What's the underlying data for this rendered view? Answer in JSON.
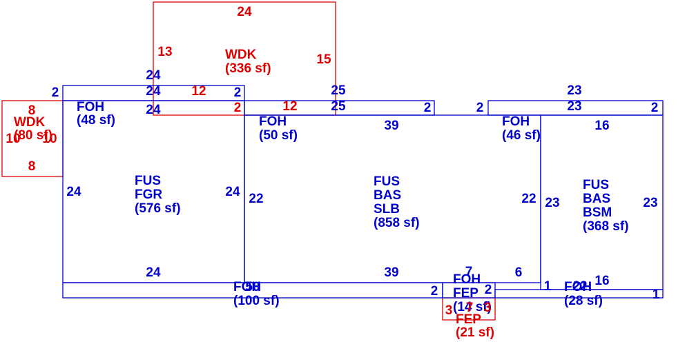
{
  "colors": {
    "primary": "#0000cc",
    "secondary": "#dd0000"
  },
  "areas": {
    "wdk_top": {
      "code": "WDK",
      "area": "(336 sf)"
    },
    "wdk_left": {
      "code": "WDK",
      "area": "(80 sf)"
    },
    "foh_a": {
      "code": "FOH",
      "area": "(48 sf)"
    },
    "foh_b": {
      "code": "FOH",
      "area": "(50 sf)"
    },
    "foh_c": {
      "code": "FOH",
      "area": "(46 sf)"
    },
    "fus_fgr": {
      "line1": "FUS",
      "line2": "FGR",
      "area": "(576 sf)"
    },
    "fus_bas_slb": {
      "line1": "FUS",
      "line2": "BAS",
      "line3": "SLB",
      "area": "(858 sf)"
    },
    "fus_bas_bsm": {
      "line1": "FUS",
      "line2": "BAS",
      "line3": "BSM",
      "area": "(368 sf)"
    },
    "foh_bottom": {
      "code": "FOH",
      "area": "(100 sf)"
    },
    "foh_fep": {
      "line1": "FOH",
      "line2": "FEP",
      "area": "(14 sf)"
    },
    "fep": {
      "code": "FEP",
      "area": "(21 sf)"
    },
    "foh_right": {
      "code": "FOH",
      "area": "(28 sf)"
    }
  },
  "dimensions": {
    "d1": "24",
    "d2": "13",
    "d3": "15",
    "d4": "24",
    "d5": "24",
    "d6": "12",
    "d7": "2",
    "d8": "25",
    "d9": "23",
    "d10": "2",
    "d11": "24",
    "d12": "2",
    "d13": "12",
    "d14": "25",
    "d15": "2",
    "d16": "2",
    "d17": "23",
    "d18": "2",
    "d19": "8",
    "d20": "10",
    "d21": "10",
    "d22": "8",
    "d23": "39",
    "d24": "16",
    "d25": "24",
    "d26": "24",
    "d27": "22",
    "d28": "22",
    "d29": "23",
    "d30": "23",
    "d31": "24",
    "d32": "39",
    "d33": "6",
    "d34": "50",
    "d35": "2",
    "d36": "7",
    "d37": "2",
    "d38": "1",
    "d39": "22",
    "d40": "16",
    "d41": "1",
    "d42": "3",
    "d43": "3",
    "d44": "7"
  }
}
